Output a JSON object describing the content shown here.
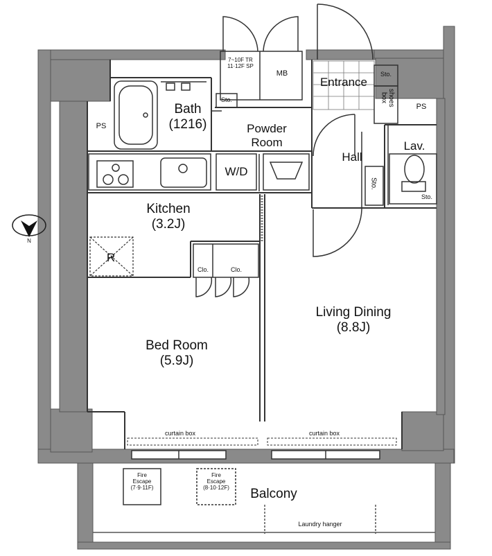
{
  "rooms": {
    "bath": {
      "name": "Bath",
      "size": "(1216)"
    },
    "powder_room": "Powder\nRoom",
    "kitchen": {
      "name": "Kitchen",
      "size": "(3.2J)"
    },
    "living_dining": {
      "name": "Living Dining",
      "size": "(8.8J)"
    },
    "bed_room": {
      "name": "Bed Room",
      "size": "(5.9J)"
    },
    "entrance": "Entrance",
    "hall": "Hall",
    "lav": "Lav.",
    "balcony": "Balcony"
  },
  "fixtures": {
    "washer": "W/D",
    "fridge": "R",
    "mb": "MB",
    "ps_left": "PS",
    "ps_right": "PS",
    "sto_bath": "Sto.",
    "sto_entrance": "Sto.",
    "sto_hall": "Sto.",
    "sto_lav": "Sto.",
    "shoes_box": "shoes\nbox",
    "clo_1": "Clo.",
    "clo_2": "Clo.",
    "floor_note": "7~10F TR\n11·12F SP",
    "curtain_box_left": "curtain box",
    "curtain_box_right": "curtain box",
    "fire_escape_1": "Fire\nEscape\n(7·9·11F)",
    "fire_escape_2": "Fire\nEscape\n(8·10·12F)",
    "laundry_hanger": "Laundry hanger",
    "compass_letter": "N"
  }
}
